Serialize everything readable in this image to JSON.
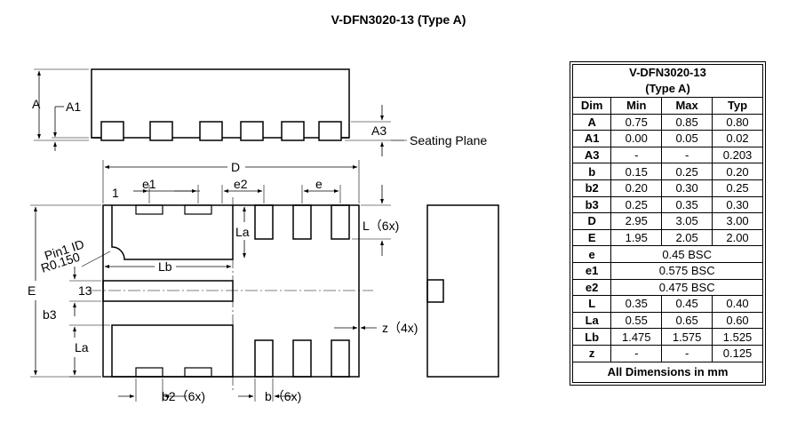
{
  "title": "V-DFN3020-13 (Type A)",
  "labels": {
    "A": "A",
    "A1": "A1",
    "A3": "A3",
    "seating_plane": "Seating Plane",
    "D": "D",
    "E": "E",
    "e1": "e1",
    "e2": "e2",
    "e": "e",
    "pin1": "1",
    "L6x": "L（6x)",
    "La_top": "La",
    "La_bottom": "La",
    "pin1_id": "Pin1 ID",
    "r0150": "R0.150",
    "Lb": "Lb",
    "pin13": "13",
    "b3": "b3",
    "z4x": "z（4x)",
    "b2_6x": "b2（6x)",
    "b_6x": "b（6x)"
  },
  "table": {
    "title_line1": "V-DFN3020-13",
    "title_line2": "(Type A)",
    "headers": [
      "Dim",
      "Min",
      "Max",
      "Typ"
    ],
    "rows": [
      {
        "dim": "A",
        "min": "0.75",
        "max": "0.85",
        "typ": "0.80"
      },
      {
        "dim": "A1",
        "min": "0.00",
        "max": "0.05",
        "typ": "0.02"
      },
      {
        "dim": "A3",
        "min": "-",
        "max": "-",
        "typ": "0.203"
      },
      {
        "dim": "b",
        "min": "0.15",
        "max": "0.25",
        "typ": "0.20"
      },
      {
        "dim": "b2",
        "min": "0.20",
        "max": "0.30",
        "typ": "0.25"
      },
      {
        "dim": "b3",
        "min": "0.25",
        "max": "0.35",
        "typ": "0.30"
      },
      {
        "dim": "D",
        "min": "2.95",
        "max": "3.05",
        "typ": "3.00"
      },
      {
        "dim": "E",
        "min": "1.95",
        "max": "2.05",
        "typ": "2.00"
      },
      {
        "dim": "e",
        "span": "0.45 BSC"
      },
      {
        "dim": "e1",
        "span": "0.575 BSC"
      },
      {
        "dim": "e2",
        "span": "0.475 BSC"
      },
      {
        "dim": "L",
        "min": "0.35",
        "max": "0.45",
        "typ": "0.40"
      },
      {
        "dim": "La",
        "min": "0.55",
        "max": "0.65",
        "typ": "0.60"
      },
      {
        "dim": "Lb",
        "min": "1.475",
        "max": "1.575",
        "typ": "1.525"
      },
      {
        "dim": "z",
        "min": "-",
        "max": "-",
        "typ": "0.125"
      }
    ],
    "footer": "All Dimensions in mm"
  }
}
